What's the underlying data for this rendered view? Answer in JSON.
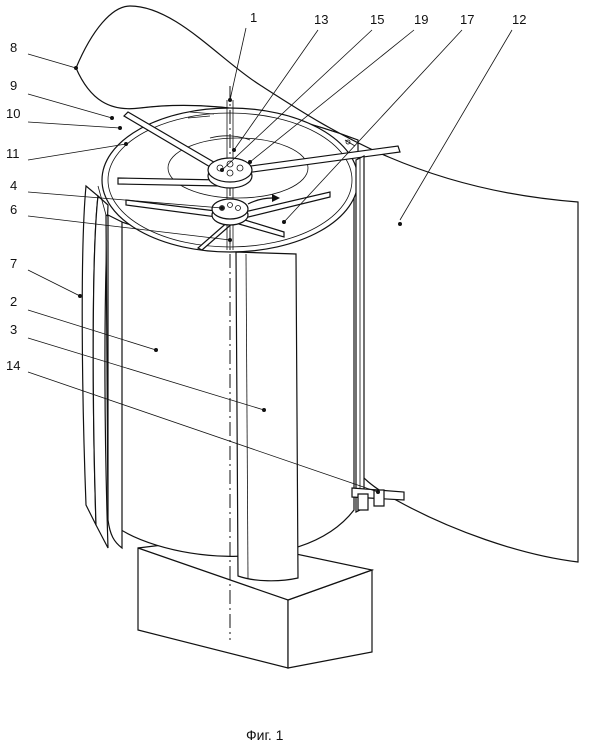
{
  "figure": {
    "caption": "Фиг. 1",
    "reference_labels": [
      "1",
      "13",
      "15",
      "19",
      "17",
      "12",
      "8",
      "9",
      "10",
      "11",
      "4",
      "6",
      "7",
      "2",
      "3",
      "14"
    ]
  },
  "colors": {
    "line": "#111111",
    "background": "#ffffff"
  }
}
